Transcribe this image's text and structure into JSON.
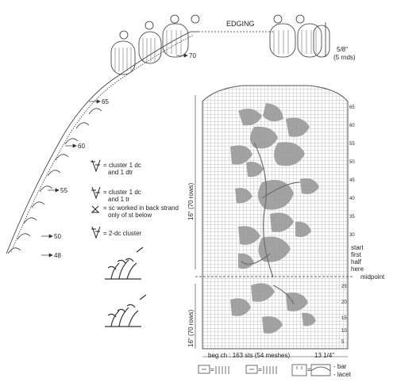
{
  "edging": {
    "title": "EDGING",
    "depth": "5/8\"",
    "rounds": "(5 rnds)",
    "row_markers": [
      "70",
      "65",
      "60",
      "55",
      "50",
      "48"
    ]
  },
  "legend": [
    {
      "symbol": "cluster-1dc-1dtr",
      "text_line1": "= cluster 1 dc",
      "text_line2": "and 1 dtr"
    },
    {
      "symbol": "cluster-1dc-1tr",
      "text_line1": "= cluster 1 dc",
      "text_line2": "and 1 tr"
    },
    {
      "symbol": "sc-back-strand",
      "text_line1": "= sc worked in back strand",
      "text_line2": "only of st below"
    },
    {
      "symbol": "2dc-cluster",
      "text_line1": "= 2-dc cluster",
      "text_line2": ""
    }
  ],
  "chart": {
    "height_top": "16\" (70 rows)",
    "height_bottom": "16\" (70 rows)",
    "start_note_1": "start",
    "start_note_2": "first",
    "start_note_3": "half",
    "start_note_4": "here",
    "midpoint": "midpoint",
    "base_chain": "beg ch : 163 sts (54 meshes)",
    "width": "13 1/4\"",
    "row_numbers": [
      "65",
      "60",
      "55",
      "50",
      "45",
      "40",
      "35",
      "30",
      "25",
      "20",
      "15",
      "10",
      "5"
    ]
  },
  "key": {
    "bar": "- bar",
    "lacet": "- lacet",
    "equals": "="
  }
}
